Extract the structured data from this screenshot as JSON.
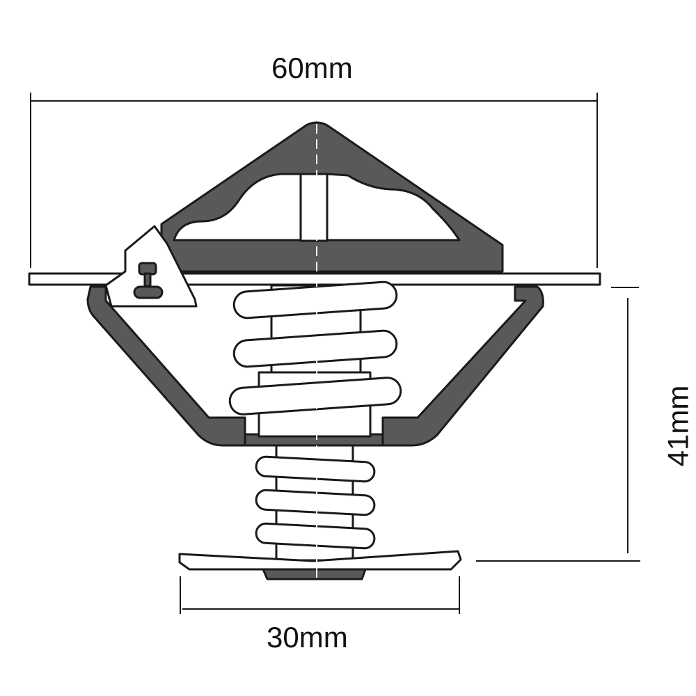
{
  "diagram": {
    "dimensions": {
      "width_top": "60mm",
      "height_right": "41mm",
      "width_bottom": "30mm"
    },
    "colors": {
      "fill_dark": "#595959",
      "fill_light": "#ffffff",
      "stroke": "#1a1a1a",
      "text": "#111111"
    }
  }
}
